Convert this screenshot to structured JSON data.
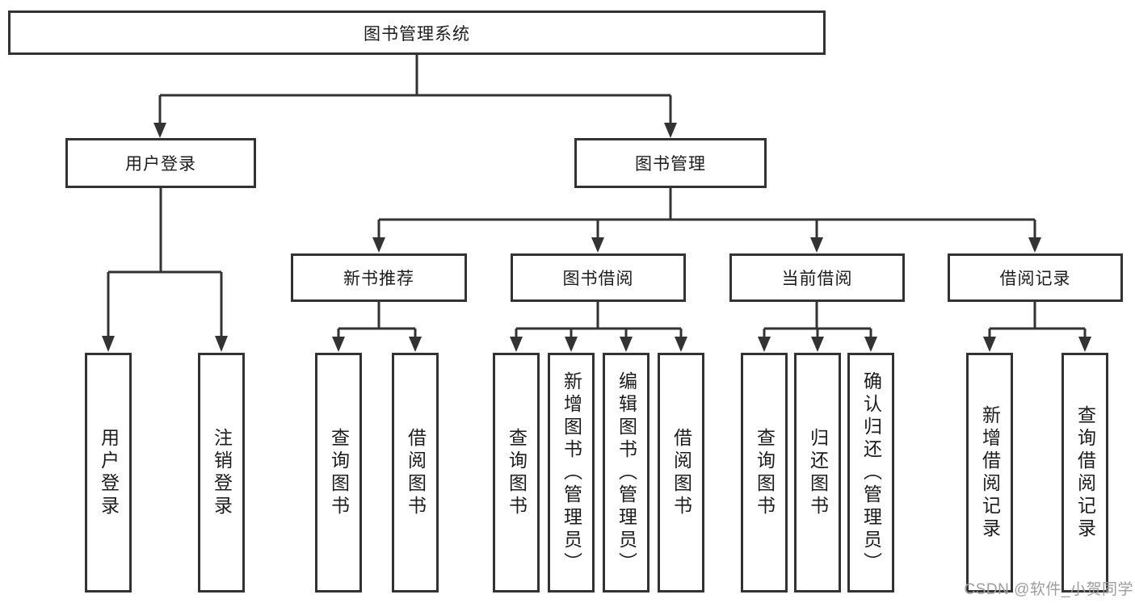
{
  "title": "图书管理系统",
  "colors": {
    "line": "#333333",
    "text": "#1c1c1c",
    "box_background": "#ffffff",
    "watermark": "#9d9d9d"
  },
  "tree": {
    "label": "图书管理系统",
    "children": [
      {
        "label": "用户登录",
        "children": [
          {
            "label": "用户登录"
          },
          {
            "label": "注销登录"
          }
        ]
      },
      {
        "label": "图书管理",
        "children": [
          {
            "label": "新书推荐",
            "children": [
              {
                "label": "查询图书"
              },
              {
                "label": "借阅图书"
              }
            ]
          },
          {
            "label": "图书借阅",
            "children": [
              {
                "label": "查询图书"
              },
              {
                "label": "新增图书（管理员）"
              },
              {
                "label": "编辑图书（管理员）"
              },
              {
                "label": "借阅图书"
              }
            ]
          },
          {
            "label": "当前借阅",
            "children": [
              {
                "label": "查询图书"
              },
              {
                "label": "归还图书"
              },
              {
                "label": "确认归还（管理员）"
              }
            ]
          },
          {
            "label": "借阅记录",
            "children": [
              {
                "label": "新增借阅记录"
              },
              {
                "label": "查询借阅记录"
              }
            ]
          }
        ]
      }
    ]
  },
  "watermark": "CSDN @软件_小贺同学"
}
